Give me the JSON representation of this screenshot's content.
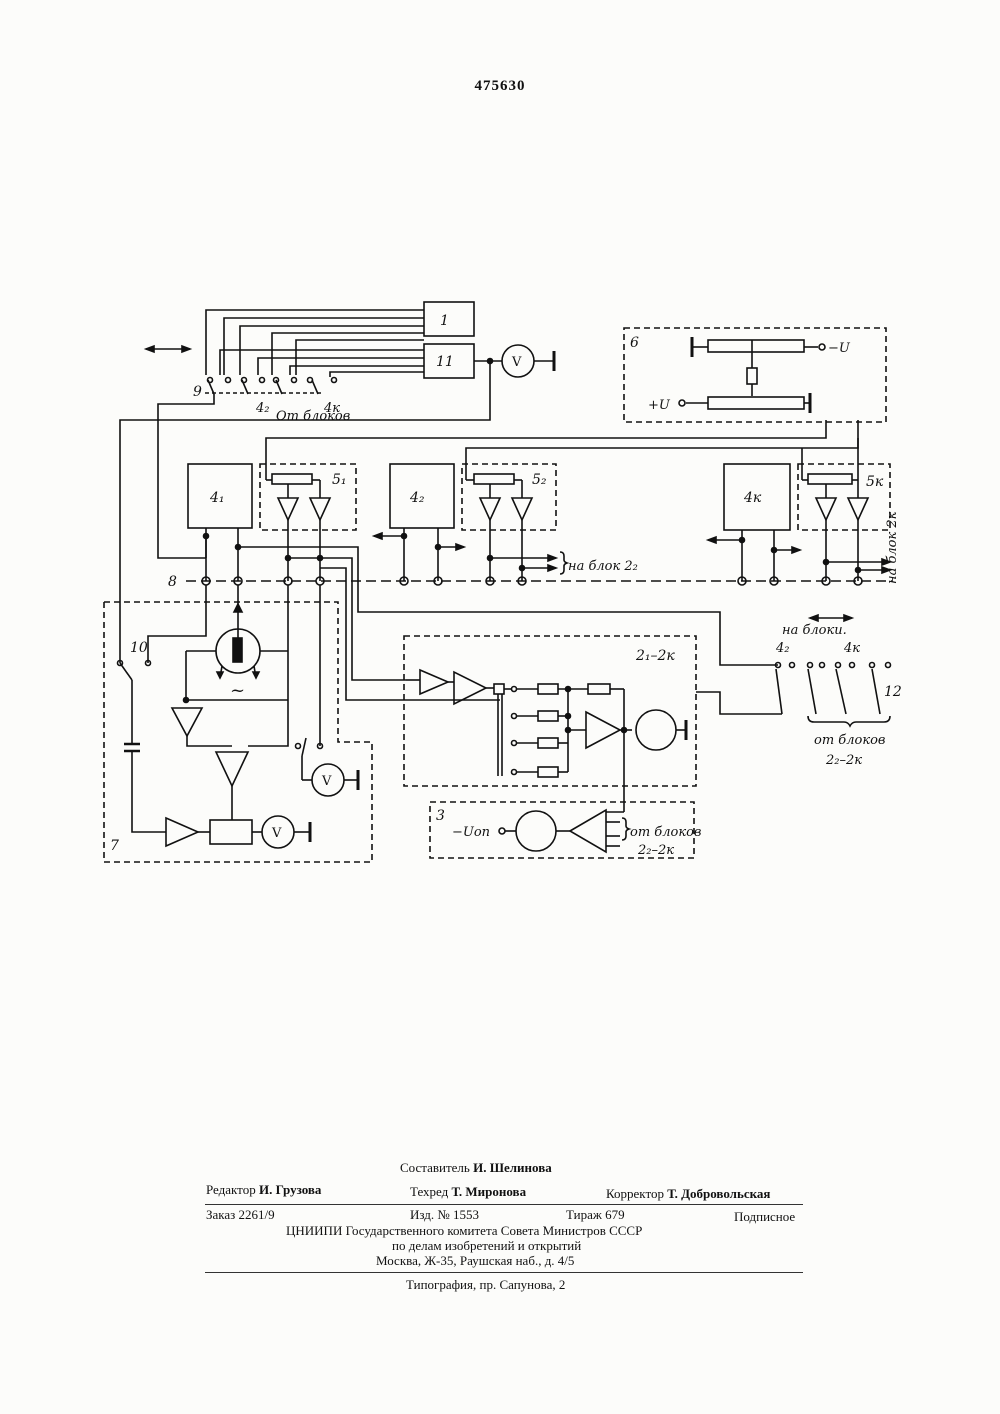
{
  "patent_number": "475630",
  "diagram": {
    "labels": {
      "block_1": "1",
      "block_11": "11",
      "block_6": "6",
      "block_41": "4₁",
      "block_42": "4₂",
      "block_4k": "4к",
      "block_51": "5₁",
      "block_52": "5₂",
      "block_5k": "5к",
      "block_2": "2₁–2к",
      "block_3": "3",
      "block_7": "7",
      "switch_9": "9",
      "switch_10": "10",
      "switch_12": "12",
      "bus_8": "8",
      "voltmeter": "V",
      "minus_u": "−U",
      "plus_u": "+U",
      "u_op": "−Uоп",
      "sw9_4_2": "4₂",
      "sw9_4_k": "4к",
      "from_blocks_top": "От блоков",
      "to_block_22": "на блок 2₂",
      "to_block_2k": "на блок 2к",
      "to_blocks": "на блоки.",
      "sw12_4_2": "4₂",
      "sw12_4_k": "4к",
      "from_blocks_12": "от блоков",
      "from_blocks_12_range": "2₂–2к",
      "from_blocks_3": "от блоков",
      "from_blocks_3_range": "2₂–2к",
      "tilde": "~"
    }
  },
  "colophon": {
    "compiler_label": "Составитель",
    "compiler_name": "И. Шелинова",
    "editor_label": "Редактор",
    "editor_name": "И. Грузова",
    "techred_label": "Техред",
    "techred_name": "Т. Миронова",
    "corrector_label": "Корректор",
    "corrector_name": "Т. Добровольская",
    "order": "Заказ 2261/9",
    "edition": "Изд. № 1553",
    "print_run": "Тираж 679",
    "subscription": "Подписное",
    "org_line1": "ЦНИИПИ Государственного комитета Совета Министров СССР",
    "org_line2": "по делам изобретений и открытий",
    "org_line3": "Москва, Ж-35, Раушская наб., д. 4/5",
    "printing": "Типография, пр. Сапунова, 2"
  }
}
